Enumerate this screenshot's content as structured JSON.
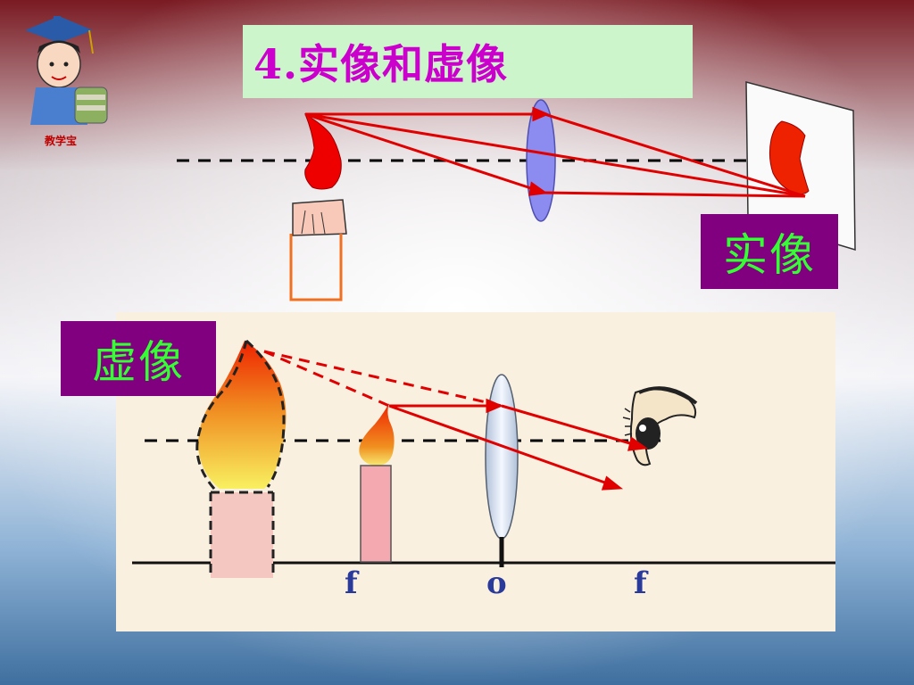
{
  "title": "4.实像和虚像",
  "labels": {
    "real_image": "实像",
    "virtual_image": "虚像"
  },
  "logo": {
    "text": "教学宝"
  },
  "axis_labels": {
    "f_left": "f",
    "origin": "o",
    "f_right": "f"
  },
  "colors": {
    "title_bg": "#ccf5cc",
    "title_text": "#cc00cc",
    "label_bg": "#800080",
    "label_text": "#33ff33",
    "ray": "#e00000",
    "lens": "#8888ee",
    "axis_label": "#2a3a9a"
  }
}
